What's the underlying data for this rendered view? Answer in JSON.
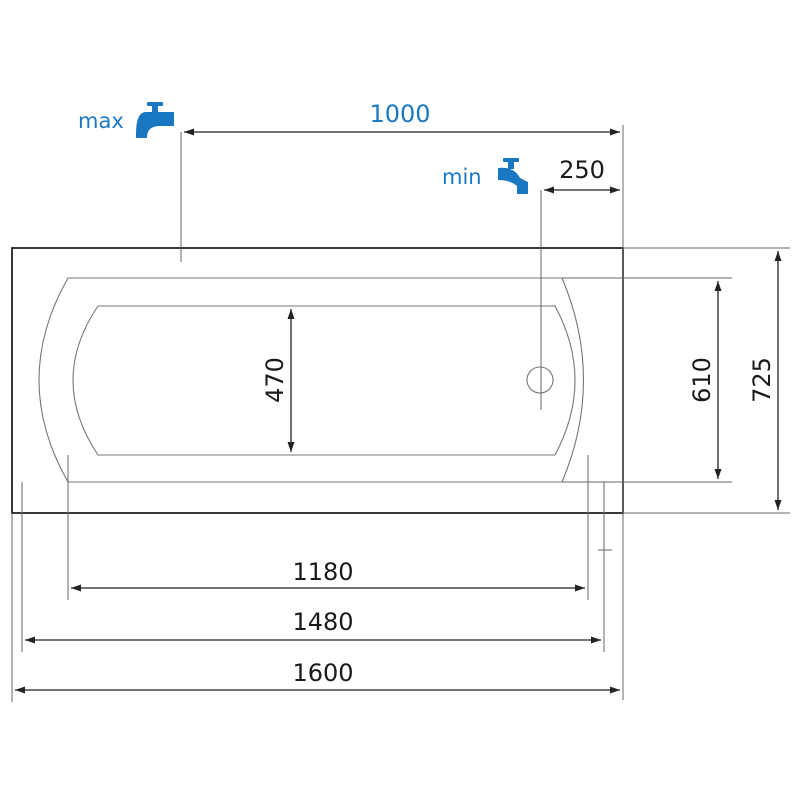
{
  "colors": {
    "line": "#222222",
    "tap": "#1a78c2",
    "text": "#1a1a1a"
  },
  "taps": {
    "max_label": "max",
    "min_label": "min"
  },
  "dimensions": {
    "tap_spacing": "1000",
    "min_offset": "250",
    "bottom_width": "470",
    "inner_width": "610",
    "outer_width": "725",
    "bottom_length": "1180",
    "inner_length": "1480",
    "outer_length": "1600"
  }
}
